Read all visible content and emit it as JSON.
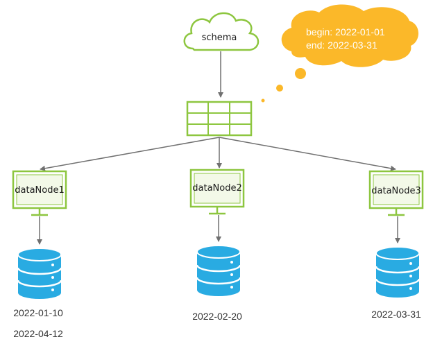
{
  "schema": {
    "label": "schema"
  },
  "bubble": {
    "begin": "begin: 2022-01-01",
    "end": "end: 2022-03-31"
  },
  "nodes": [
    {
      "label": "dataNode1",
      "dates": [
        "2022-01-10",
        "2022-04-12"
      ]
    },
    {
      "label": "dataNode2",
      "dates": [
        "2022-02-20"
      ]
    },
    {
      "label": "dataNode3",
      "dates": [
        "2022-03-31"
      ]
    }
  ],
  "colors": {
    "green": "#8dc63f",
    "green_fill": "#f3f9e8",
    "db_blue": "#29abe2",
    "bubble_orange": "#fbb829",
    "arrow": "#707070"
  }
}
